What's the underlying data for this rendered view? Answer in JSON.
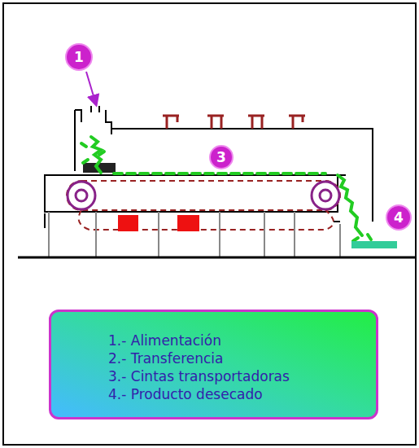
{
  "diagram": {
    "nodes": [
      {
        "text": [
          "1"
        ]
      },
      {
        "text": [
          "3"
        ]
      },
      {
        "text": [
          "4"
        ]
      },
      {
        "text": [
          "1.- Alimentación",
          "2.- Transferencia",
          "3.- Cintas transportadoras",
          "4.- Producto desecado"
        ]
      }
    ]
  }
}
